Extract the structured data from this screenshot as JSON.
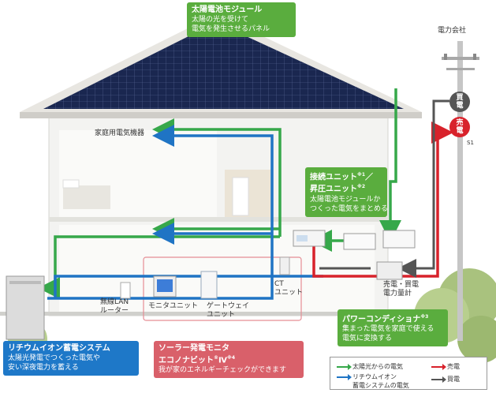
{
  "company_label": "電力会社",
  "buy_badge": "買\n電",
  "sell_badge": "売\n電",
  "callouts": {
    "solar_panel": {
      "title": "太陽電池モジュール",
      "line1": "太陽の光を受けて",
      "line2": "電気を発生させるパネル"
    },
    "junction": {
      "title": "接続ユニット",
      "title_sup": "※1",
      "title2": "／",
      "title3": "昇圧ユニット",
      "title3_sup": "※2",
      "line1": "太陽電池モジュールか",
      "line2": "つくった電気をまとめる"
    },
    "power_conditioner": {
      "title": "パワーコンディショナ",
      "title_sup": "※3",
      "line1": "集まった電気を家庭で使える",
      "line2": "電気に変換する"
    },
    "battery": {
      "title": "リチウムイオン蓄電システム",
      "line1": "太陽光発電でつくった電気や",
      "line2": "安い深夜電力を蓄える"
    },
    "monitor": {
      "title": "ソーラー発電モニタ",
      "title2": "エコノナビット",
      "title2_mark": "®",
      "title2_suffix": "Ⅳ",
      "title2_sup": "※4",
      "line1": "我が家のエネルギーチェックができます"
    }
  },
  "labels": {
    "appliances": "家庭用電気機器",
    "lan_router": "無線LAN",
    "lan_router2": "ルーター",
    "monitor_unit": "モニタユニット",
    "gateway": "ゲートウェイ",
    "gateway2": "ユニット",
    "ct": "CT",
    "ct2": "ユニット",
    "meter": "売電・買電",
    "meter2": "電力量計",
    "s1": "S1"
  },
  "legend": {
    "solar": "太陽光からの電気",
    "battery": "リチウムイオン",
    "battery2": "蓄電システムの電気",
    "sell": "売電",
    "buy": "買電"
  },
  "colors": {
    "solar_flow": "#36a84a",
    "battery_flow": "#1f74c4",
    "sell_flow": "#d8222b",
    "buy_flow": "#555555",
    "callout_green": "#5aad3e",
    "callout_blue": "#1e78c8",
    "callout_red": "#d9606a",
    "roof_panel": "#1a2750"
  }
}
